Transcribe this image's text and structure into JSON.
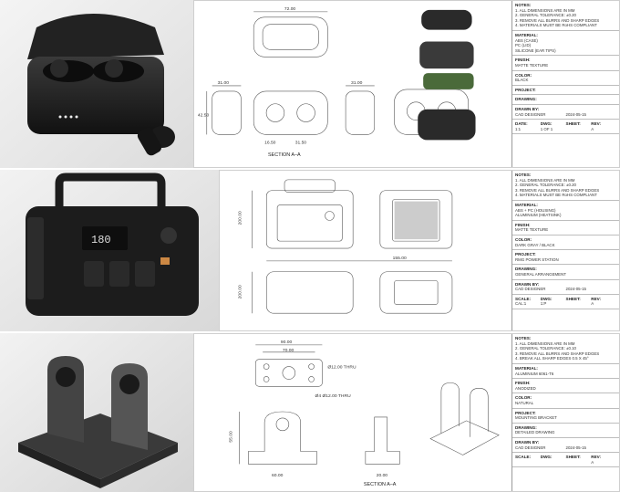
{
  "rows": [
    {
      "notes_title": "NOTES:",
      "notes": [
        "1. ALL DIMENSIONS ARE IN MM",
        "2. GENERAL TOLERANCE: ±0.20",
        "3. REMOVE ALL BURRS AND SHARP EDGES",
        "4. MATERIALS MUST BE RoHS COMPLIANT"
      ],
      "material_label": "MATERIAL:",
      "material": [
        "ABS (CASE)",
        "PC (LID)",
        "SILICONE (EAR TIPS)"
      ],
      "finish_label": "FINISH:",
      "finish": "MATTE TEXTURE",
      "color_label": "COLOR:",
      "color": "BLACK",
      "project_label": "PROJECT:",
      "project": "",
      "drawing_label": "DRAWING:",
      "drawing": "",
      "drawn_label": "DRAWN BY:",
      "drawn_by": "CAD DESIGNER",
      "date_value": "2024-05-15",
      "meta_labels": [
        "DATE:",
        "DWG:",
        "SHEET:",
        "REV:"
      ],
      "meta_values": [
        "1:1",
        "1 OF 1",
        "",
        "A"
      ],
      "dims": {
        "top": "72.00",
        "side_left": "31.00",
        "side_right": "31.00",
        "height": "42.50",
        "inner_a": "16.50",
        "inner_b": "31.50"
      },
      "section_caption": "SECTION A–A"
    },
    {
      "notes_title": "NOTES:",
      "notes": [
        "1. ALL DIMENSIONS ARE IN MM",
        "2. GENERAL TOLERANCE: ±0.20",
        "3. REMOVE ALL BURRS AND SHARP EDGES",
        "4. MATERIALS MUST BE RoHS COMPLIANT"
      ],
      "material_label": "MATERIAL:",
      "material": [
        "ABS + PC (HOUSING)",
        "ALUMINIUM (HEATSINK)"
      ],
      "finish_label": "FINISH:",
      "finish": "MATTE TEXTURE",
      "color_label": "COLOR:",
      "color": "DARK GRAY / BLACK",
      "project_label": "PROJECT:",
      "project": "RMG POWER STATION",
      "drawing_label": "DRAWING:",
      "drawing": "GENERAL ARRANGEMENT",
      "drawn_label": "DRAWN BY:",
      "drawn_by": "CAD DESIGNER",
      "date_value": "2024-05-15",
      "meta_labels": [
        "SCALE:",
        "DWG:",
        "SHEET:",
        "REV:"
      ],
      "meta_values": [
        "CAL:1",
        "1:P",
        "",
        "A"
      ],
      "dims": {
        "height_a": "200.00",
        "width": "155.00",
        "height_b": "200.00"
      },
      "section_caption": ""
    },
    {
      "notes_title": "NOTES:",
      "notes": [
        "1. ALL DIMENSIONS ARE IN MM",
        "2. GENERAL TOLERANCE: ±0.10",
        "3. REMOVE ALL BURRS AND SHARP EDGES",
        "4. BREAK ALL SHARP EDGES 0.5 X 45°"
      ],
      "material_label": "MATERIAL:",
      "material": [
        "ALUMINIUM 6061-T6"
      ],
      "finish_label": "FINISH:",
      "finish": "ANODIZED",
      "color_label": "COLOR:",
      "color": "NATURAL",
      "project_label": "PROJECT:",
      "project": "MOUNTING BRACKET",
      "drawing_label": "DRAWING:",
      "drawing": "DETAILED DRAWING",
      "drawn_label": "DRAWN BY:",
      "drawn_by": "CAD DESIGNER",
      "date_value": "2024-05-15",
      "meta_labels": [
        "SCALE:",
        "DWG:",
        "SHEET:",
        "REV:"
      ],
      "meta_values": [
        "",
        "",
        "",
        "A"
      ],
      "dims": {
        "top": "90.00",
        "top2": "70.00",
        "hole1": "Ø12.00 THRU",
        "hole2": "Ø4 Ø12.00 THRU",
        "h": "55.00",
        "side": "60.00",
        "w": "20.00"
      },
      "section_caption": "SECTION A–A"
    }
  ]
}
